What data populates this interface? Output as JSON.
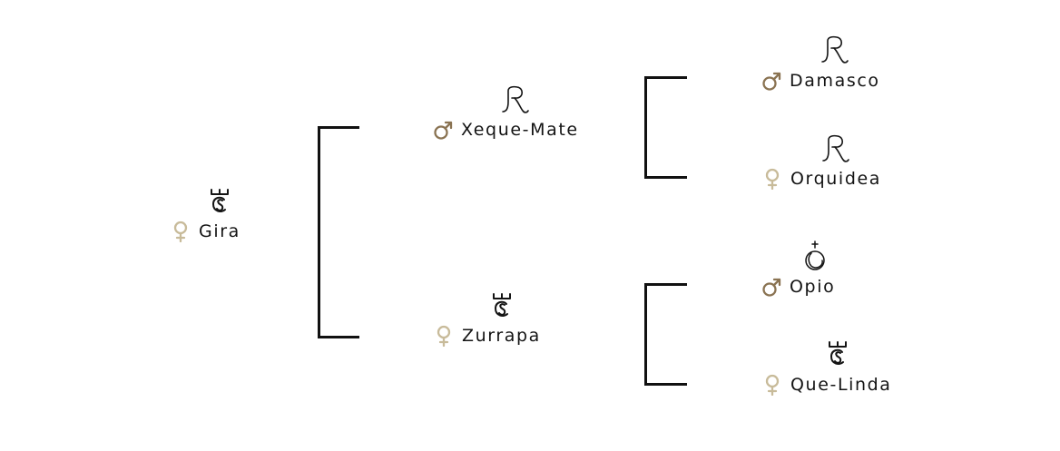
{
  "colors": {
    "male": "#8a7352",
    "female": "#c8bb9a",
    "line": "#111111",
    "text": "#141414"
  },
  "pedigree": {
    "subject": {
      "name": "Gira",
      "sex": "female",
      "brand": "crown-cs-brand-icon"
    },
    "sire": {
      "name": "Xeque-Mate",
      "sex": "male",
      "brand": "script-r-brand-icon"
    },
    "dam": {
      "name": "Zurrapa",
      "sex": "female",
      "brand": "crown-cs-brand-icon"
    },
    "sire_sire": {
      "name": "Damasco",
      "sex": "male",
      "brand": "script-r-brand-icon"
    },
    "sire_dam": {
      "name": "Orquidea",
      "sex": "female",
      "brand": "script-r-brand-icon"
    },
    "dam_sire": {
      "name": "Opio",
      "sex": "male",
      "brand": "cross-moon-brand-icon"
    },
    "dam_dam": {
      "name": "Que-Linda",
      "sex": "female",
      "brand": "crown-cs-brand-icon"
    }
  }
}
